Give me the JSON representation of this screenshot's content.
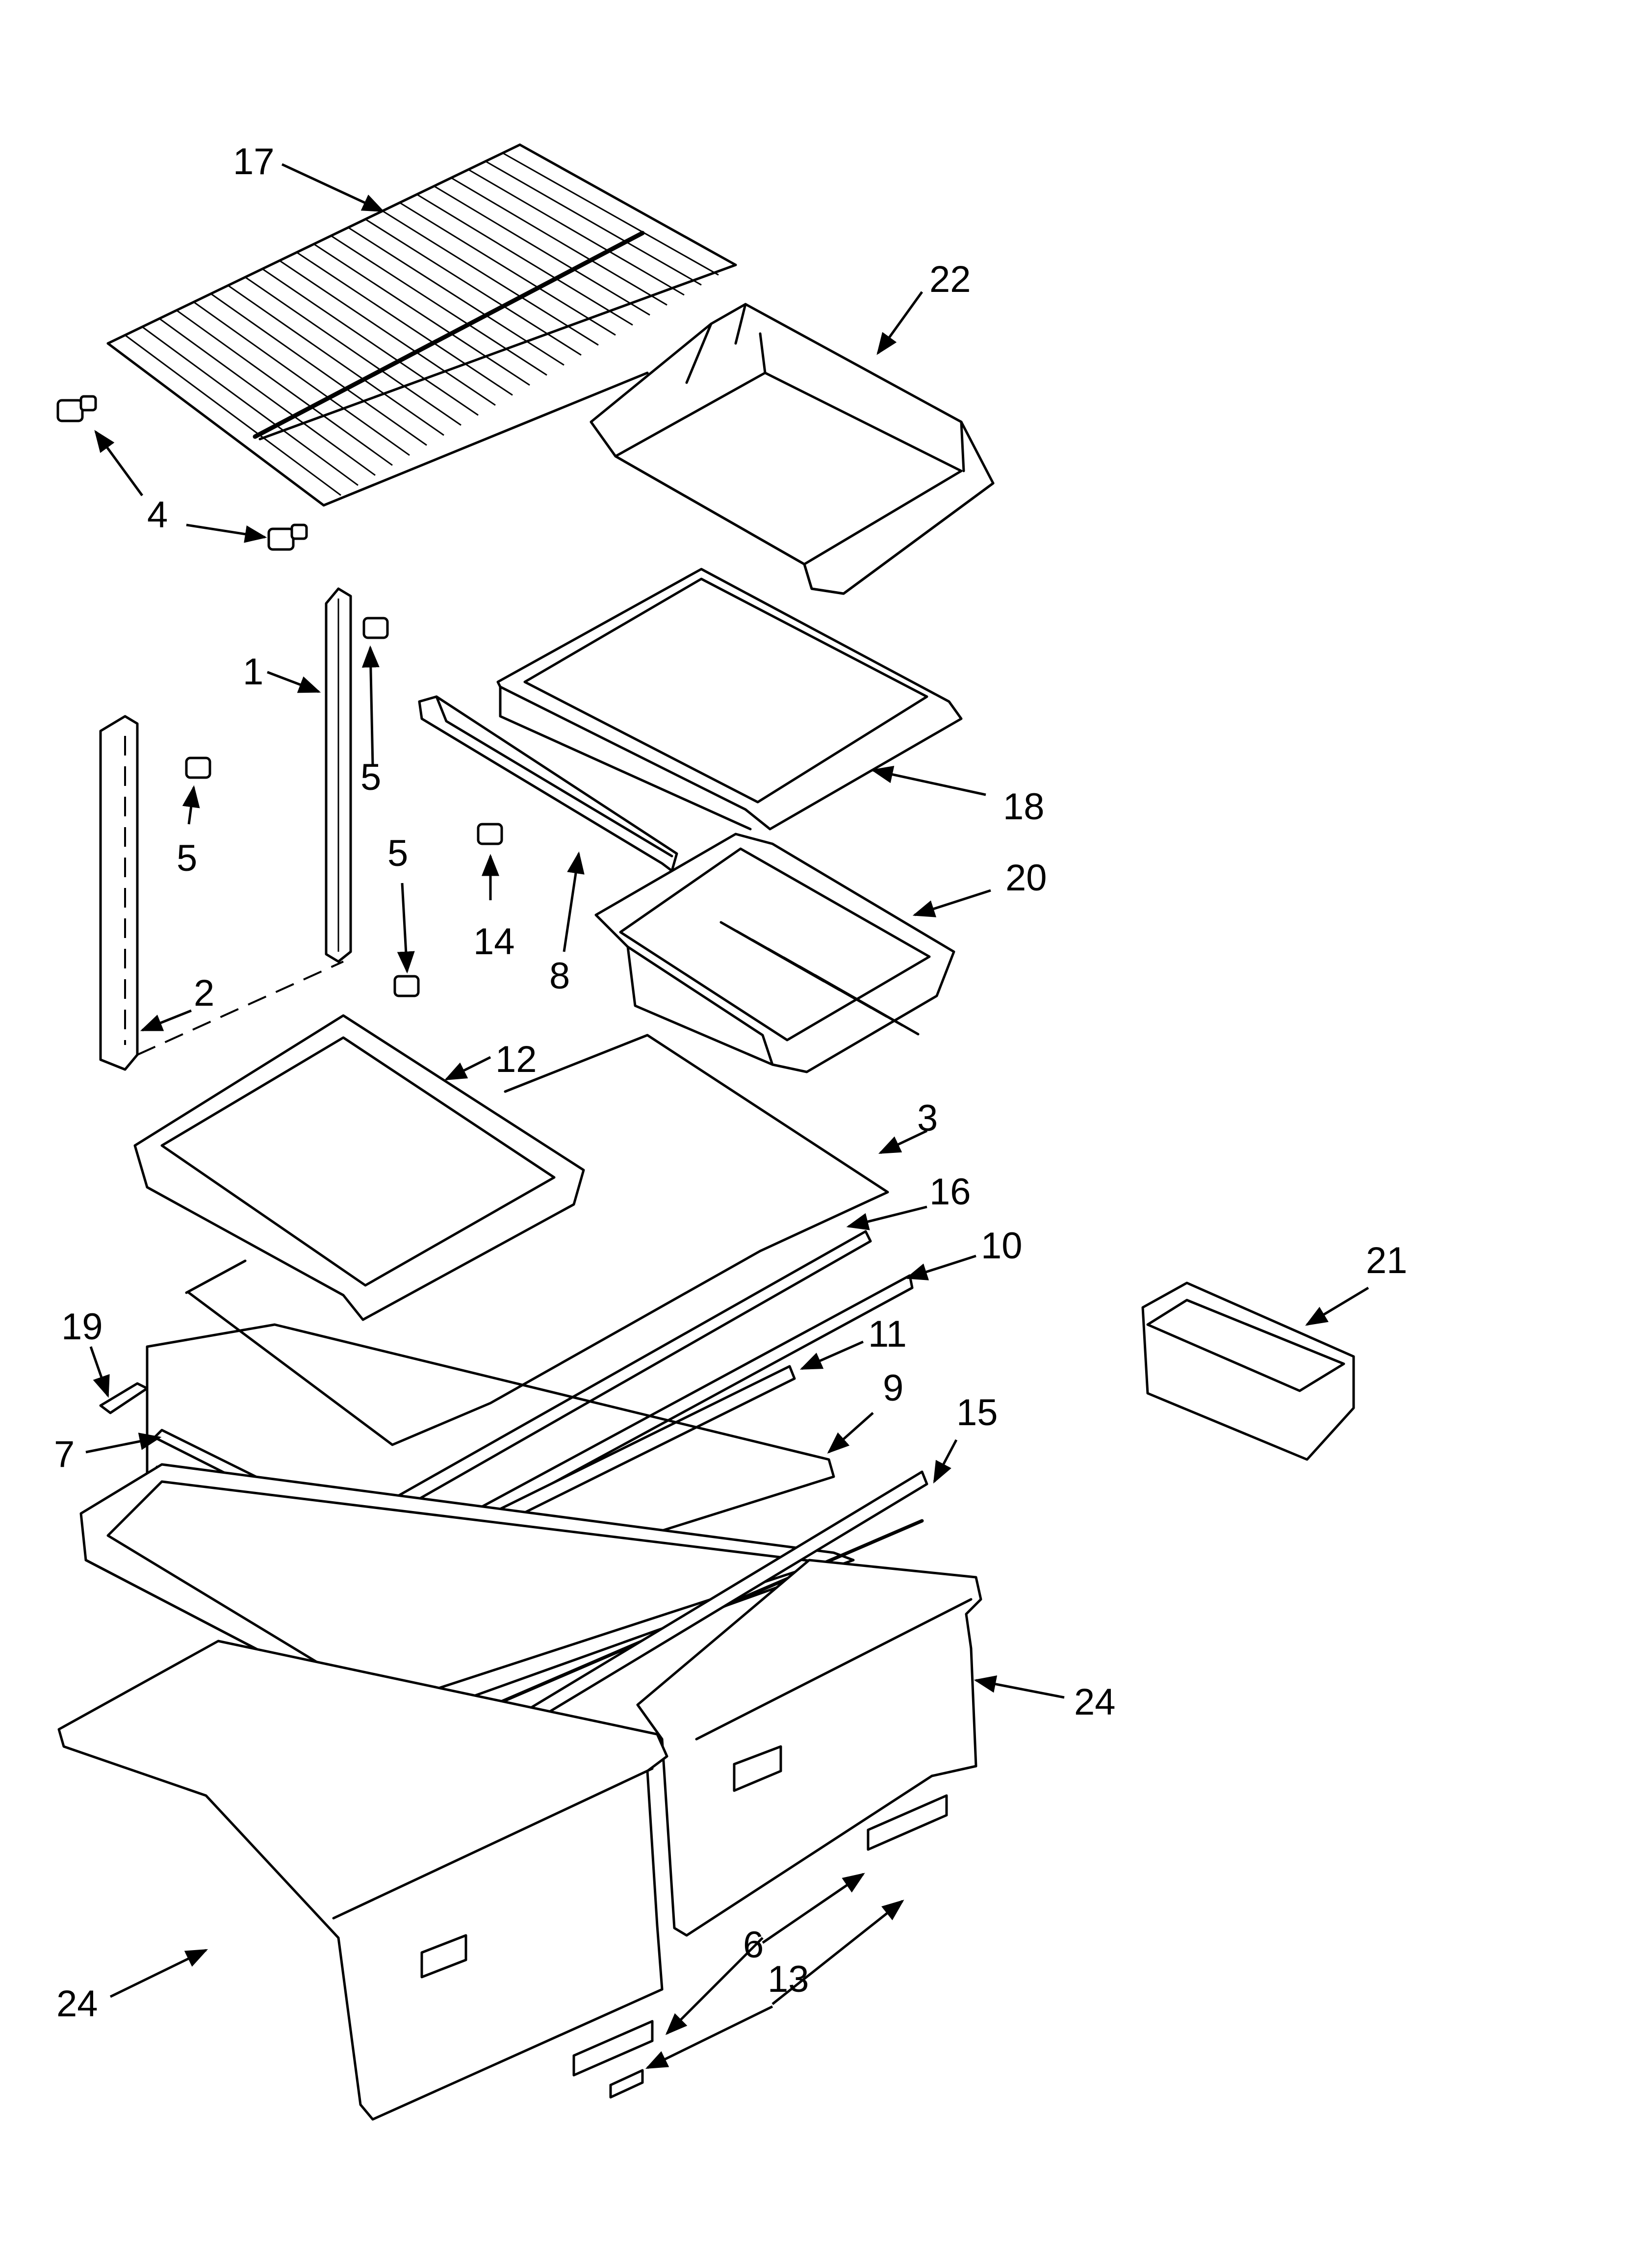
{
  "diagram": {
    "callouts": [
      {
        "id": "17",
        "label": "17"
      },
      {
        "id": "22",
        "label": "22"
      },
      {
        "id": "4",
        "label": "4"
      },
      {
        "id": "1",
        "label": "1"
      },
      {
        "id": "5a",
        "label": "5"
      },
      {
        "id": "5b",
        "label": "5"
      },
      {
        "id": "5c",
        "label": "5"
      },
      {
        "id": "14",
        "label": "14"
      },
      {
        "id": "8",
        "label": "8"
      },
      {
        "id": "18",
        "label": "18"
      },
      {
        "id": "20",
        "label": "20"
      },
      {
        "id": "2",
        "label": "2"
      },
      {
        "id": "12",
        "label": "12"
      },
      {
        "id": "3",
        "label": "3"
      },
      {
        "id": "16",
        "label": "16"
      },
      {
        "id": "10",
        "label": "10"
      },
      {
        "id": "21",
        "label": "21"
      },
      {
        "id": "19",
        "label": "19"
      },
      {
        "id": "11",
        "label": "11"
      },
      {
        "id": "9",
        "label": "9"
      },
      {
        "id": "15",
        "label": "15"
      },
      {
        "id": "7",
        "label": "7"
      },
      {
        "id": "24a",
        "label": "24"
      },
      {
        "id": "24b",
        "label": "24"
      },
      {
        "id": "6",
        "label": "6"
      },
      {
        "id": "13",
        "label": "13"
      }
    ]
  }
}
